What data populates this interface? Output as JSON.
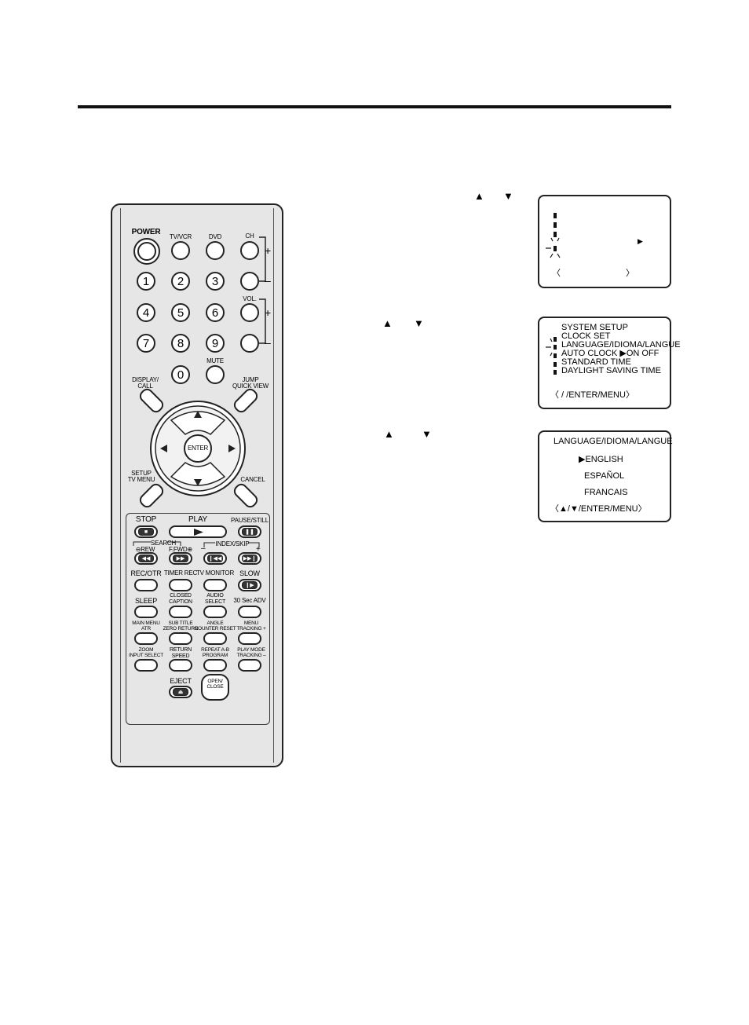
{
  "remote": {
    "power": "POWER",
    "tv_vcr": "TV/VCR",
    "dvd": "DVD",
    "ch": "CH",
    "plus": "+",
    "minus": "–",
    "vol": "VOL.",
    "mute": "MUTE",
    "digits": [
      "1",
      "2",
      "3",
      "4",
      "5",
      "6",
      "7",
      "8",
      "9",
      "0"
    ],
    "display_call": "DISPLAY/\nCALL",
    "jump": "JUMP\nQUICK VIEW",
    "enter": "ENTER",
    "setup": "SETUP\nTV MENU",
    "cancel": "CANCEL",
    "stop": "STOP",
    "play": "PLAY",
    "pause_still": "PAUSE/STILL",
    "search": "SEARCH",
    "rew": "⊖REW",
    "ffwd": "F.FWD⊕",
    "index_skip": "INDEX/SKIP",
    "rec_otr": "REC/OTR",
    "timer_rec": "TIMER REC",
    "tv_monitor": "TV MONITOR",
    "slow": "SLOW",
    "sleep": "SLEEP",
    "closed_caption": "CLOSED\nCAPTION",
    "audio_select": "AUDIO\nSELECT",
    "adv": "30 Sec ADV",
    "main_menu": "MAIN MENU\nATR",
    "sub_title": "SUB TITLE\nZERO RETURN",
    "angle": "ANGLE\nCOUNTER RESET",
    "menu_tracking": "MENU\nTRACKING +",
    "zoom": "ZOOM\nINPUT SELECT",
    "return_speed": "RETURN\nSPEED",
    "repeat": "REPEAT A-B\nPROGRAM",
    "play_mode": "PLAY MODE\nTRACKING –",
    "eject": "EJECT",
    "open_close": "OPEN/\nCLOSE"
  },
  "steps": {
    "step1_arrows": [
      "▲",
      "▼"
    ],
    "step2_arrows": [
      "▲",
      "▼"
    ],
    "step3_arrows": [
      "▲",
      "▼"
    ]
  },
  "screen1": {
    "cursor": "▶",
    "bottom_left": "〈",
    "bottom_right": "〉"
  },
  "screen2": {
    "items": [
      "SYSTEM  SETUP",
      "CLOCK  SET",
      "LANGUAGE/IDIOMA/LANGUE",
      "AUTO CLOCK  ▶ON  OFF",
      "STANDARD  TIME",
      "DAYLIGHT  SAVING  TIME"
    ],
    "footer": "〈  /  /ENTER/MENU〉"
  },
  "screen3": {
    "title": "LANGUAGE/IDIOMA/LANGUE",
    "options": [
      "▶ENGLISH",
      "ESPAÑOL",
      "FRANCAIS"
    ],
    "footer": "〈▲/▼/ENTER/MENU〉"
  }
}
